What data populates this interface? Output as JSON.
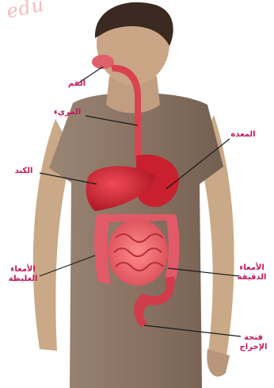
{
  "watermark": "edu",
  "labels": {
    "mouth": "الفم",
    "esophagus": "المريء",
    "stomach": "المعدة",
    "liver": "الكبد",
    "large_intestine": "الأمعاء\nالغليظة",
    "small_intestine": "الأمعاء\nالدقيقة",
    "anus": "فتحة\nالإخراج"
  },
  "colors": {
    "label": "#c2185b",
    "leader_line": "#1a1a1a",
    "skin": "#c9a987",
    "shirt": "#8a7565",
    "organ": "#d42a3a"
  }
}
